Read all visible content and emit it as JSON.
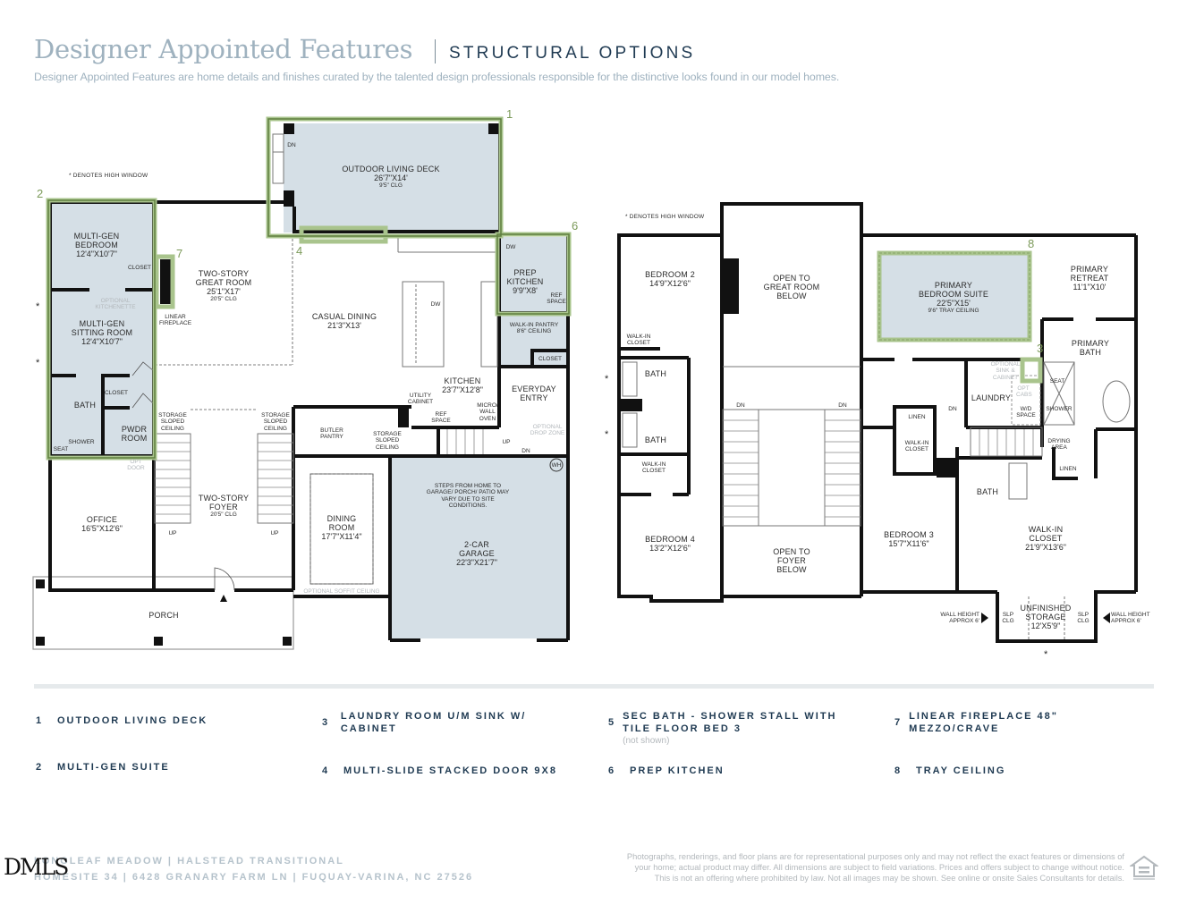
{
  "header": {
    "title": "Designer Appointed Features",
    "section": "STRUCTURAL OPTIONS",
    "subtitle": "Designer Appointed Features are home details and finishes curated by the talented design professionals responsible for the distinctive looks found in our model homes."
  },
  "colors": {
    "highlight_fill": "#d5dfe6",
    "highlight_outline": "#a9c48d",
    "highlight_outline_dark": "#5f7f3f",
    "callout_number": "#7c9a5a",
    "title_light": "#9fb2bf",
    "title_dark": "#1f3a52",
    "wall": "#111111",
    "ghost_text": "#b3b8bc"
  },
  "first_floor": {
    "high_window_note": "DENOTES HIGH WINDOW",
    "callouts": [
      "1",
      "2",
      "4",
      "6",
      "7"
    ],
    "rooms": {
      "deck": {
        "name": "OUTDOOR LIVING DECK",
        "dims": "26'7\"X14'",
        "ceiling": "9'5\" CLG"
      },
      "deck_stairs": "DN",
      "mg_bedroom": {
        "name": "MULTI-GEN BEDROOM",
        "dims": "12'4\"X10'7\""
      },
      "mg_closet": "CLOSET",
      "mg_kitchenette": "OPTIONAL KITCHENETTE",
      "mg_sitting": {
        "name": "MULTI-GEN SITTING ROOM",
        "dims": "12'4\"X10'7\""
      },
      "bath": "BATH",
      "shower": "SHOWER",
      "seat": "SEAT",
      "closet2": "CLOSET",
      "pwdr": "PWDR ROOM",
      "opt_door": "OPT DOOR",
      "great_room": {
        "name": "TWO-STORY GREAT ROOM",
        "dims": "25'1\"X17'",
        "ceiling": "20'5\" CLG"
      },
      "fireplace": "LINEAR FIREPLACE",
      "casual_dining": {
        "name": "CASUAL DINING",
        "dims": "21'3\"X13'"
      },
      "island_dw": "DW",
      "prep_kitchen": {
        "name": "PREP KITCHEN",
        "dims": "9'9\"X8'"
      },
      "prep_dw": "DW",
      "prep_ref": "REF SPACE",
      "pantry": {
        "name": "WALK-IN PANTRY",
        "ceiling": "8'6\" CEILING"
      },
      "entry_closet": "CLOSET",
      "everyday_entry": "EVERYDAY ENTRY",
      "kitchen": {
        "name": "KITCHEN",
        "dims": "23'7\"X12'8\""
      },
      "utility_cabinet": "UTILITY CABINET",
      "ref_space": "REF SPACE",
      "micro_oven": "MICRO/ WALL OVEN",
      "drop_zone": "OPTIONAL DROP ZONE",
      "storage1": "STORAGE SLOPED CEILING",
      "storage2": "STORAGE SLOPED CEILING",
      "storage3": "STORAGE SLOPED CEILING",
      "butler_pantry": "BUTLER PANTRY",
      "up1": "UP",
      "up2": "UP",
      "up3": "UP",
      "dn_garage": "DN",
      "water_heater": "WH",
      "garage_note": "STEPS FROM HOME TO GARAGE/ PORCH/ PATIO MAY VARY DUE TO SITE CONDITIONS.",
      "garage": {
        "name": "2-CAR GARAGE",
        "dims": "22'3\"X21'7\""
      },
      "office": {
        "name": "OFFICE",
        "dims": "16'5\"X12'6\""
      },
      "foyer": {
        "name": "TWO-STORY FOYER",
        "ceiling": "20'5\" CLG"
      },
      "dining": {
        "name": "DINING ROOM",
        "dims": "17'7\"X11'4\""
      },
      "soffit": "OPTIONAL SOFFIT CEILING",
      "porch": "PORCH"
    }
  },
  "second_floor": {
    "high_window_note": "DENOTES HIGH WINDOW",
    "callouts": [
      "3",
      "8"
    ],
    "rooms": {
      "bedroom2": {
        "name": "BEDROOM 2",
        "dims": "14'9\"X12'6\""
      },
      "wic_b2": "WALK-IN CLOSET",
      "bath_a": "BATH",
      "bath_b": "BATH",
      "wic_b4": "WALK-IN CLOSET",
      "bedroom4": {
        "name": "BEDROOM 4",
        "dims": "13'2\"X12'6\""
      },
      "open_great": "OPEN TO GREAT ROOM BELOW",
      "open_foyer": "OPEN TO FOYER BELOW",
      "dn1": "DN",
      "dn2": "DN",
      "dn3": "DN",
      "primary_suite": {
        "name": "PRIMARY BEDROOM SUITE",
        "dims": "22'5\"X15'",
        "ceiling": "9'6\" TRAY CEILING"
      },
      "primary_retreat": {
        "name": "PRIMARY RETREAT",
        "dims": "11'1\"X10'"
      },
      "primary_bath": "PRIMARY BATH",
      "opt_sink": "OPTIONAL SINK & CABINET",
      "opt_cabs": "OPT CABS",
      "laundry": "LAUNDRY",
      "wd_space": "W/D SPACE",
      "seat": "SEAT",
      "shower": "SHOWER",
      "drying": "DRYING AREA",
      "linen1": "LINEN",
      "linen2": "LINEN",
      "wic_b3": "WALK-IN CLOSET",
      "bath_c": "BATH",
      "bedroom3": {
        "name": "BEDROOM 3",
        "dims": "15'7\"X11'6\""
      },
      "wic_primary": {
        "name": "WALK-IN CLOSET",
        "dims": "21'9\"X13'6\""
      },
      "storage": {
        "name": "UNFINISHED STORAGE",
        "dims": "12'X5'9\""
      },
      "slp1": "SLP CLG",
      "slp2": "SLP CLG",
      "wall_height_l": "WALL HEIGHT APPROX 6'",
      "wall_height_r": "WALL HEIGHT APPROX 6'"
    }
  },
  "legend": [
    {
      "num": "1",
      "text": "OUTDOOR LIVING DECK",
      "note": ""
    },
    {
      "num": "2",
      "text": "MULTI-GEN SUITE",
      "note": ""
    },
    {
      "num": "3",
      "text": "LAUNDRY ROOM U/M SINK W/ CABINET",
      "note": ""
    },
    {
      "num": "4",
      "text": "MULTI-SLIDE STACKED DOOR 9X8",
      "note": ""
    },
    {
      "num": "5",
      "text": "SEC BATH - SHOWER STALL WITH TILE FLOOR BED 3",
      "note": "(not shown)"
    },
    {
      "num": "6",
      "text": "PREP KITCHEN",
      "note": ""
    },
    {
      "num": "7",
      "text": "LINEAR FIREPLACE 48\" MEZZO/CRAVE",
      "note": ""
    },
    {
      "num": "8",
      "text": "TRAY CEILING",
      "note": ""
    }
  ],
  "footer": {
    "line1": "LONGLEAF MEADOW  |  HALSTEAD TRANSITIONAL",
    "line2": "HOMESITE 34  |  6428 GRANARY FARM LN  |  FUQUAY-VARINA, NC 27526",
    "watermark": "DMLS",
    "disclaimer_1": "Photographs, renderings, and floor plans are for representational purposes only and may not reflect the exact features or dimensions of",
    "disclaimer_2": "your home; actual product may differ. All dimensions are subject to field variations. Prices and offers subject to change without notice.",
    "disclaimer_3": "This is not an offering where prohibited by law. Not all images may be shown. See online or onsite Sales Consultants for details.",
    "eho_icon": "equal-housing-opportunity-icon"
  }
}
